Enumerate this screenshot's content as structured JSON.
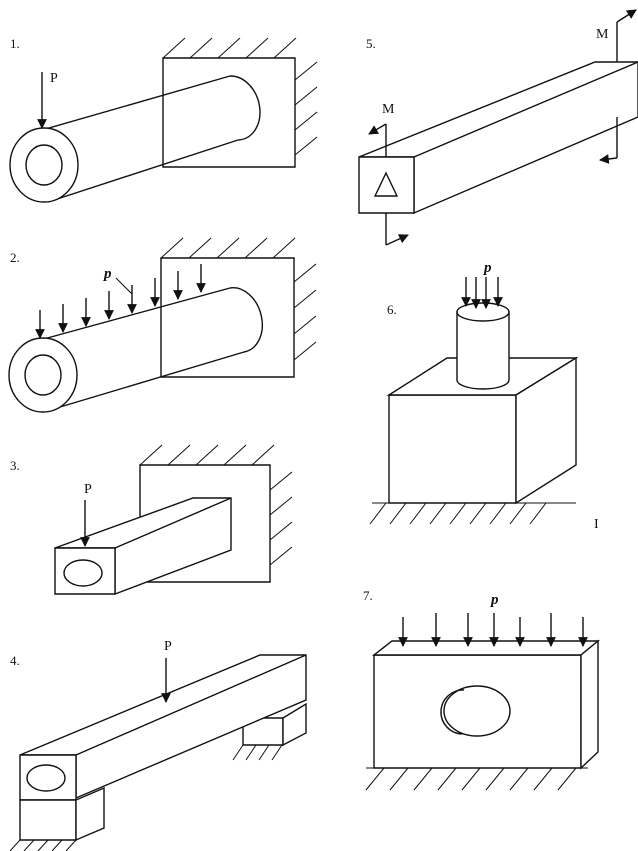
{
  "figures": [
    {
      "number": "1.",
      "load_label": "P"
    },
    {
      "number": "2.",
      "load_label": "p"
    },
    {
      "number": "3.",
      "load_label": "P"
    },
    {
      "number": "4.",
      "load_label": "P"
    },
    {
      "number": "5.",
      "moment_label_top": "M",
      "moment_label_front": "M"
    },
    {
      "number": "6.",
      "load_label": "p"
    },
    {
      "number": "7.",
      "load_label": "p"
    }
  ],
  "stray_mark": "I"
}
